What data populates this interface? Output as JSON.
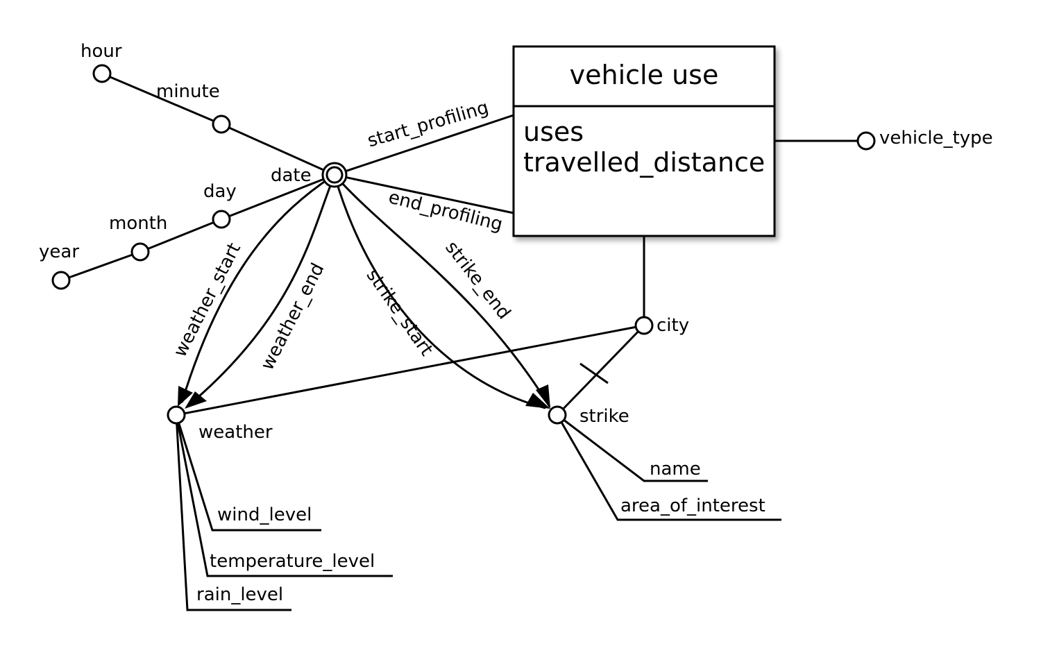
{
  "fact": {
    "title": "vehicle use",
    "measures": [
      "uses",
      "travelled_distance"
    ]
  },
  "attributes": {
    "vehicle_type": "vehicle_type",
    "date": "date",
    "hour": "hour",
    "minute": "minute",
    "day": "day",
    "month": "month",
    "year": "year",
    "city": "city",
    "weather": "weather",
    "strike": "strike",
    "name": "name",
    "area_of_interest": "area_of_interest",
    "wind_level": "wind_level",
    "temperature_level": "temperature_level",
    "rain_level": "rain_level"
  },
  "roles": {
    "start_profiling": "start_profiling",
    "end_profiling": "end_profiling",
    "weather_start": "weather_start",
    "weather_end": "weather_end",
    "strike_start": "strike_start",
    "strike_end": "strike_end"
  }
}
